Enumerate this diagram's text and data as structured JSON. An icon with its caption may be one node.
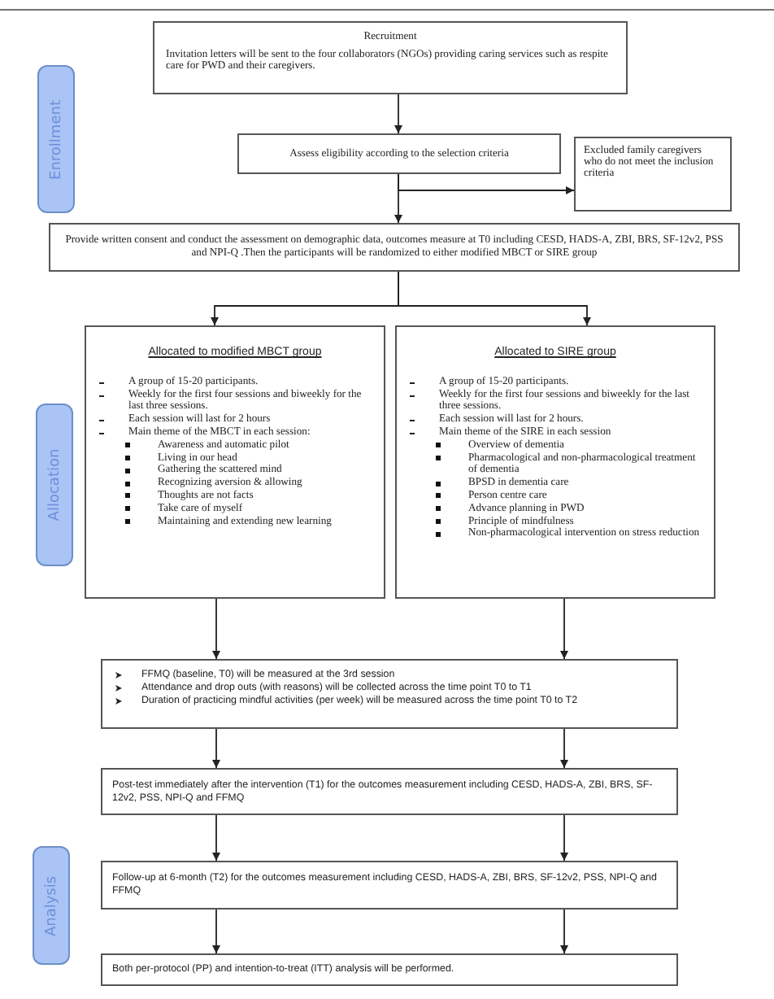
{
  "diagram": {
    "nodes": [
      {
        "text": [
          "Recruitment",
          "Invitation letters will be sent to the four collaborators (NGOs) providing caring services such as respite care for PWD and their caregivers."
        ]
      },
      {
        "text": [
          "Enrollment"
        ]
      },
      {
        "text": [
          "Assess eligibility according to the selection criteria"
        ]
      },
      {
        "text": [
          "Excluded family caregivers who do not meet the inclusion criteria"
        ]
      },
      {
        "text": [
          "Provide written consent and conduct the assessment on demographic data, outcomes measure at T0 including CESD, HADS-A, ZBI, BRS, SF-12v2, PSS and NPI-Q .Then the participants will be randomized to either modified MBCT or SIRE group"
        ]
      },
      {
        "text": [
          "Allocated to modified MBCT group",
          "A group of 15-20 participants.",
          "Weekly for the first four sessions and biweekly for the last three sessions.",
          "Each session will last for 2 hours",
          "Main theme of the MBCT in each session:",
          "Awareness and automatic pilot",
          "Living in our head",
          "Gathering the scattered mind",
          "Recognizing aversion & allowing",
          "Thoughts are not facts",
          "Take care of myself",
          "Maintaining and extending new learning"
        ]
      },
      {
        "text": [
          "Allocated to SIRE group",
          "A group of 15-20 participants.",
          "Weekly for the first four sessions and biweekly for the last three sessions.",
          "Each session will last for 2 hours.",
          "Main theme of the SIRE in each session",
          "Overview of dementia",
          "Pharmacological and non-pharmacological treatment of dementia",
          "BPSD in dementia care",
          "Person centre care",
          "Advance planning in PWD",
          "Principle of mindfulness",
          "Non-pharmacological intervention on stress reduction"
        ]
      },
      {
        "text": [
          "Allocation"
        ]
      },
      {
        "text": [
          "FFMQ (baseline, T0) will be measured at the 3rd session",
          "Attendance and drop outs (with reasons) will be collected across the time point T0 to T1",
          "Duration of practicing mindful activities (per week) will be measured across the time point T0 to T2"
        ]
      },
      {
        "text": [
          "Post-test immediately after the intervention (T1) for the outcomes measurement including CESD, HADS-A, ZBI, BRS, SF-12v2, PSS, NPI-Q and FFMQ"
        ]
      },
      {
        "text": [
          "Analysis"
        ]
      },
      {
        "text": [
          "Follow-up at 6-month (T2) for the outcomes measurement including CESD, HADS-A, ZBI, BRS, SF-12v2, PSS, NPI-Q and FFMQ"
        ]
      },
      {
        "text": [
          "Both per-protocol (PP) and intention-to-treat (ITT) analysis will be performed."
        ]
      }
    ],
    "edges": [
      {
        "from": 0,
        "to": 2,
        "arrow": "to"
      },
      {
        "from": 2,
        "to": 4,
        "arrow": "to"
      },
      {
        "from": 2,
        "to": 3,
        "arrow": "to"
      },
      {
        "from": 4,
        "to": 5,
        "arrow": "to"
      },
      {
        "from": 4,
        "to": 6,
        "arrow": "to"
      },
      {
        "from": 5,
        "to": 8,
        "arrow": "to"
      },
      {
        "from": 6,
        "to": 8,
        "arrow": "to"
      },
      {
        "from": 8,
        "to": 9,
        "arrow": "to"
      },
      {
        "from": 8,
        "to": 9,
        "arrow": "to"
      },
      {
        "from": 9,
        "to": 11,
        "arrow": "to"
      },
      {
        "from": 9,
        "to": 11,
        "arrow": "to"
      },
      {
        "from": 11,
        "to": 12,
        "arrow": "to"
      },
      {
        "from": 11,
        "to": 12,
        "arrow": "to"
      }
    ]
  }
}
